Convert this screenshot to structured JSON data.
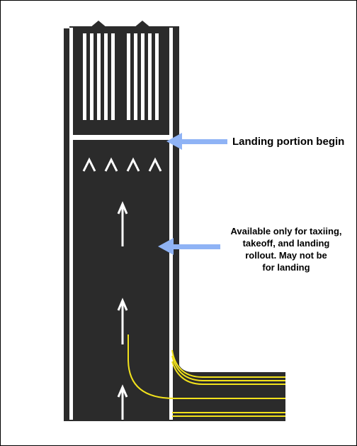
{
  "callouts": {
    "landing_portion": {
      "text": "Landing portion begin"
    },
    "available": {
      "lines": [
        "Available only for taxiing,",
        "takeoff, and landing",
        "rollout. May not be",
        "for landing"
      ]
    }
  },
  "colors": {
    "pavement": "#2b2b2b",
    "markings": "#ffffff",
    "taxi_line": "#f2e21c",
    "arrow": "#8fb3f5",
    "border": "#000000"
  }
}
